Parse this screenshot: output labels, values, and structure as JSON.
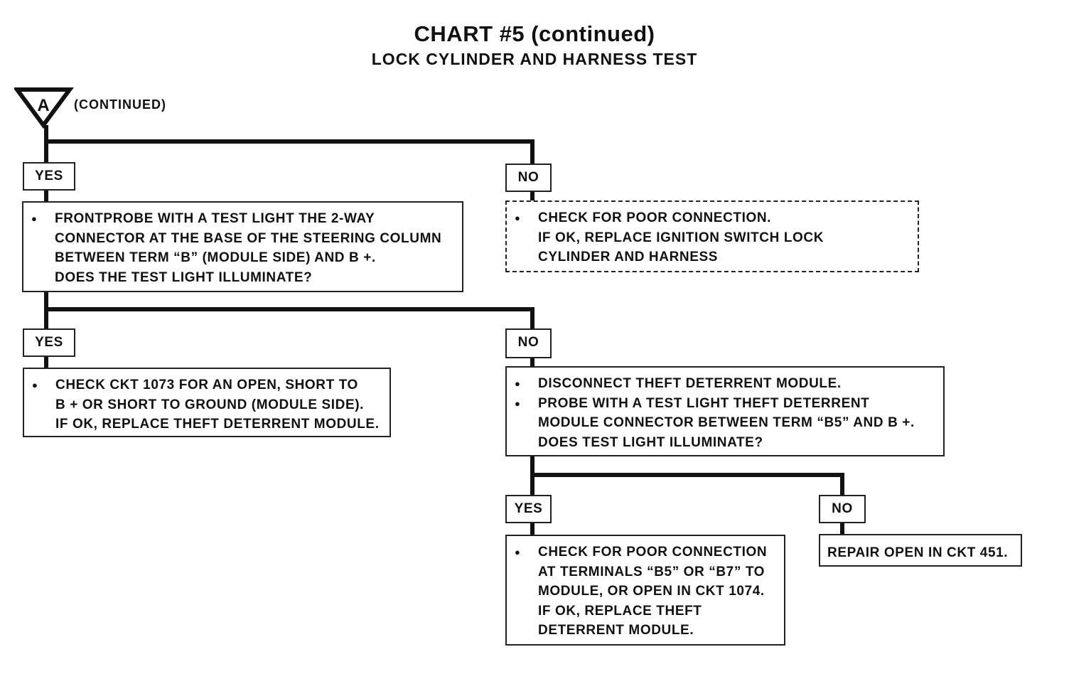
{
  "header": {
    "title": "CHART #5 (continued)",
    "subtitle": "LOCK CYLINDER AND HARNESS TEST"
  },
  "entry": {
    "marker_letter": "A",
    "marker_text": "(CONTINUED)"
  },
  "labels": {
    "yes": "YES",
    "no": "NO"
  },
  "steps": {
    "frontprobe": {
      "lines": [
        "FRONTPROBE WITH A TEST LIGHT THE 2-WAY",
        "CONNECTOR AT THE BASE OF THE STEERING COLUMN",
        "BETWEEN TERM “B” (MODULE SIDE) AND B +.",
        "DOES THE TEST LIGHT ILLUMINATE?"
      ]
    },
    "poor_connection_lock": {
      "lines": [
        "CHECK FOR POOR CONNECTION.",
        "IF OK, REPLACE IGNITION SWITCH LOCK",
        "CYLINDER AND HARNESS"
      ]
    },
    "check_ckt_1073": {
      "lines": [
        "CHECK CKT 1073 FOR AN OPEN, SHORT TO",
        "B + OR SHORT TO GROUND (MODULE SIDE).",
        "IF OK, REPLACE THEFT DETERRENT MODULE."
      ]
    },
    "disconnect_module": {
      "bullet1": "DISCONNECT THEFT DETERRENT MODULE.",
      "bullet2_lines": [
        "PROBE WITH A TEST LIGHT THEFT DETERRENT",
        "MODULE CONNECTOR BETWEEN TERM “B5” AND B +.",
        "DOES TEST LIGHT ILLUMINATE?"
      ]
    },
    "poor_connection_terminals": {
      "lines": [
        "CHECK FOR POOR CONNECTION",
        "AT TERMINALS “B5” OR “B7” TO",
        "MODULE, OR OPEN IN CKT 1074.",
        "IF OK, REPLACE THEFT",
        "DETERRENT MODULE."
      ]
    },
    "repair_open": {
      "text": "REPAIR OPEN IN CKT 451."
    }
  }
}
